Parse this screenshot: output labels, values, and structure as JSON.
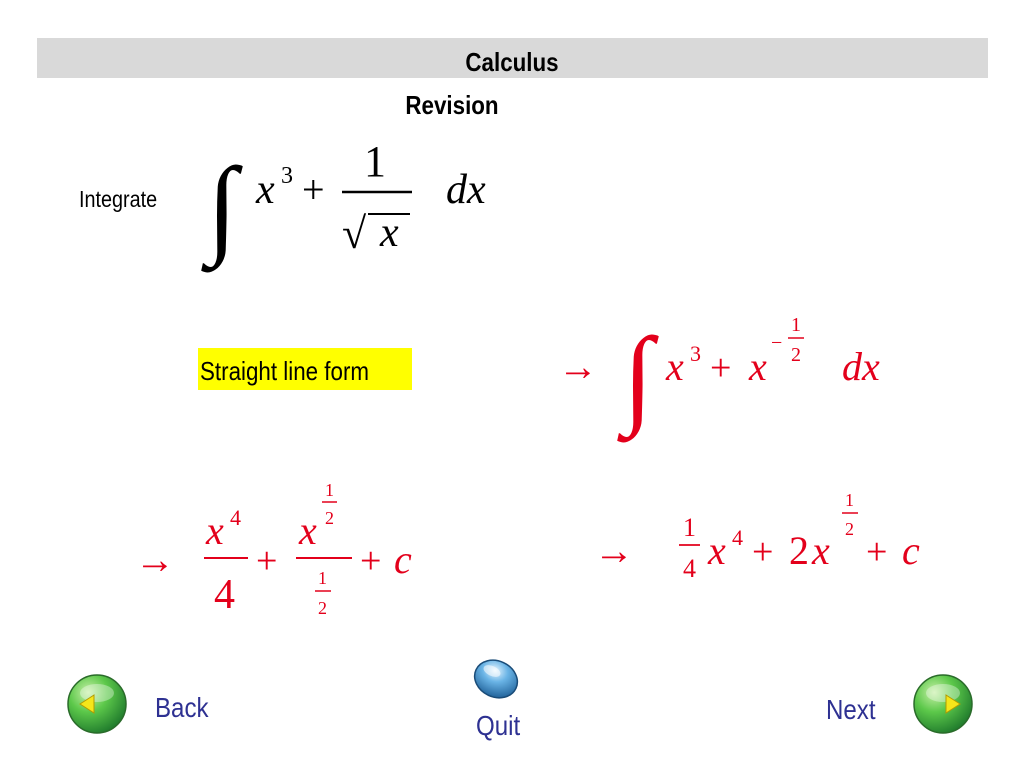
{
  "header": {
    "title": "Calculus",
    "subtitle": "Revision"
  },
  "problem": {
    "instruction": "Integrate",
    "integrand_numerator": "1",
    "variable": "x",
    "power": "3",
    "differential": "dx"
  },
  "step1": {
    "label": "Straight line form",
    "highlight_color": "#ffff00",
    "exponent_num": "1",
    "exponent_den": "2",
    "exponent_sign": "−"
  },
  "step2": {
    "power": "4",
    "denominator": "4",
    "half_num": "1",
    "half_den": "2",
    "constant": "c"
  },
  "step3": {
    "coef_num": "1",
    "coef_den": "4",
    "power": "4",
    "coef_two": "2",
    "half_num": "1",
    "half_den": "2",
    "constant": "c"
  },
  "symbols": {
    "arrow": "→",
    "plus": "+",
    "integral": "∫",
    "sqrt": "√"
  },
  "colors": {
    "math_red": "#e3001b",
    "nav_text": "#2e3192",
    "button_green": "#39b54a",
    "quit_blue": "#3a8fd0",
    "header_gray": "#d9d9d9"
  },
  "nav": {
    "back_label": "Back",
    "quit_label": "Quit",
    "next_label": "Next",
    "back_icon": "green-left-arrow-icon",
    "quit_icon": "blue-orb-icon",
    "next_icon": "green-right-arrow-icon"
  }
}
